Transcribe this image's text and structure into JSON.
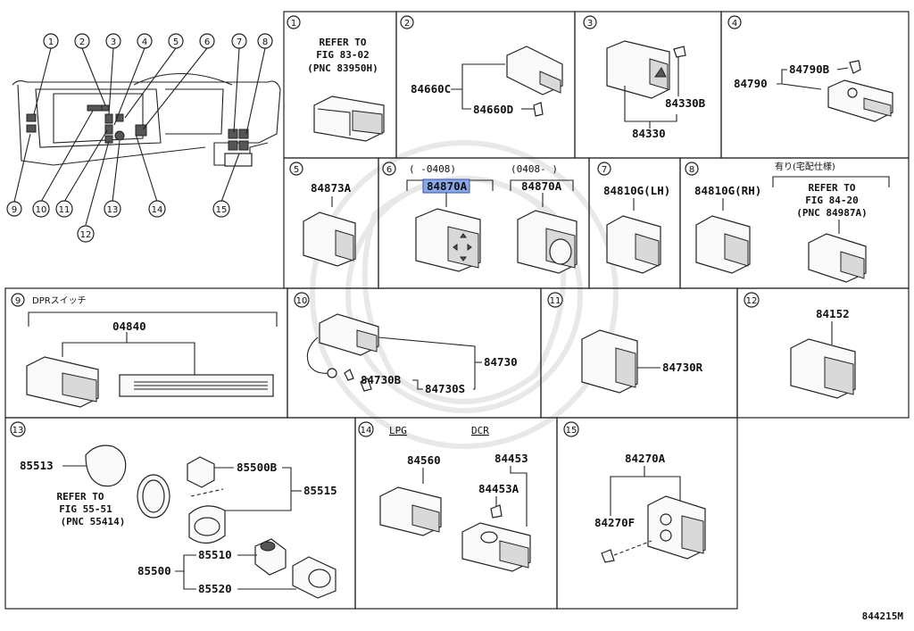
{
  "diagram_code": "844215M",
  "callouts": [
    "1",
    "2",
    "3",
    "4",
    "5",
    "6",
    "7",
    "8",
    "9",
    "10",
    "11",
    "12",
    "13",
    "14",
    "15"
  ],
  "sections": {
    "s1": {
      "num": "1",
      "refer": [
        "REFER TO",
        "FIG 83-02",
        "(PNC 83950H)"
      ]
    },
    "s2": {
      "num": "2",
      "parts": [
        "84660C",
        "84660D"
      ]
    },
    "s3": {
      "num": "3",
      "parts": [
        "84330B",
        "84330"
      ]
    },
    "s4": {
      "num": "4",
      "parts": [
        "84790B",
        "84790"
      ]
    },
    "s5": {
      "num": "5",
      "parts": [
        "84873A"
      ]
    },
    "s6": {
      "num": "6",
      "range1": "(     -0408)",
      "range2": "(0408-     )",
      "part_highlight": "84870A",
      "part2": "84870A"
    },
    "s7": {
      "num": "7",
      "parts": [
        "84810G(LH)"
      ]
    },
    "s8": {
      "num": "8",
      "parts": [
        "84810G(RH)"
      ],
      "note": "有り(宅配仕様)",
      "refer": [
        "REFER TO",
        "FIG 84-20",
        "(PNC 84987A)"
      ]
    },
    "s9": {
      "num": "9",
      "label": "DPRスイッチ",
      "parts": [
        "04840"
      ]
    },
    "s10": {
      "num": "10",
      "parts": [
        "84730",
        "84730B",
        "84730S"
      ]
    },
    "s11": {
      "num": "11",
      "parts": [
        "84730R"
      ]
    },
    "s12": {
      "num": "12",
      "parts": [
        "84152"
      ]
    },
    "s13": {
      "num": "13",
      "parts": [
        "85513",
        "85500B",
        "85515",
        "85510",
        "85500",
        "85520"
      ],
      "refer": [
        "REFER TO",
        "FIG 55-51",
        "(PNC 55414)"
      ]
    },
    "s14": {
      "num": "14",
      "label_lpg": "LPG",
      "label_dcr": "DCR",
      "parts": [
        "84560",
        "84453",
        "84453A"
      ]
    },
    "s15": {
      "num": "15",
      "parts": [
        "84270A",
        "84270F"
      ]
    }
  }
}
